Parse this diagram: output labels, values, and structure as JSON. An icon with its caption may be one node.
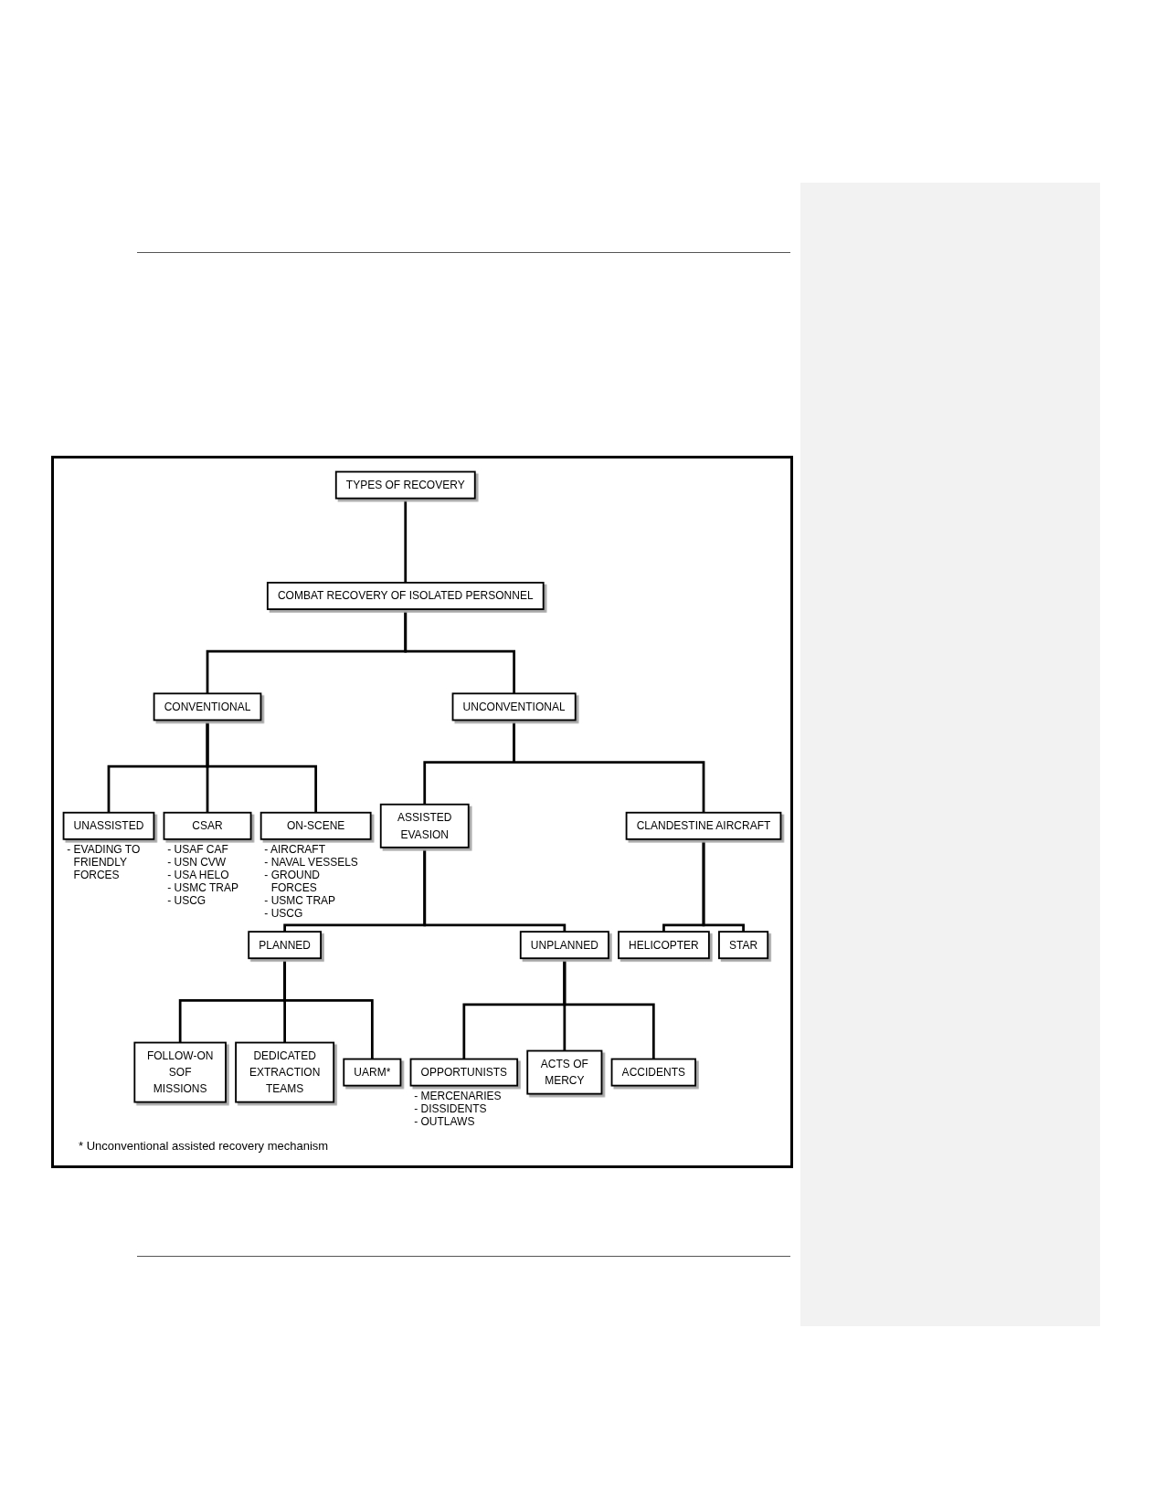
{
  "diagram": {
    "nodes": [
      {
        "text": [
          "TYPES OF RECOVERY"
        ]
      },
      {
        "text": [
          "COMBAT RECOVERY OF ISOLATED PERSONNEL"
        ]
      },
      {
        "text": [
          "CONVENTIONAL"
        ]
      },
      {
        "text": [
          "UNCONVENTIONAL"
        ]
      },
      {
        "text": [
          "UNASSISTED"
        ],
        "beside": [
          "- EVADING TO FRIENDLY FORCES"
        ]
      },
      {
        "text": [
          "CSAR"
        ],
        "beside": [
          "- USAF CAF",
          "- USN CVW",
          "- USA HELO",
          "- USMC TRAP",
          "- USCG"
        ]
      },
      {
        "text": [
          "ON-SCENE"
        ],
        "beside": [
          "- AIRCRAFT",
          "- NAVAL VESSELS",
          "- GROUND FORCES",
          "- USMC TRAP",
          "- USCG"
        ]
      },
      {
        "text": [
          "ASSISTED EVASION"
        ]
      },
      {
        "text": [
          "CLANDESTINE AIRCRAFT"
        ]
      },
      {
        "text": [
          "HELICOPTER"
        ]
      },
      {
        "text": [
          "STAR"
        ]
      },
      {
        "text": [
          "PLANNED"
        ]
      },
      {
        "text": [
          "UNPLANNED"
        ]
      },
      {
        "text": [
          "FOLLOW-ON SOF MISSIONS"
        ]
      },
      {
        "text": [
          "DEDICATED EXTRACTION TEAMS"
        ]
      },
      {
        "text": [
          "UARM*"
        ]
      },
      {
        "text": [
          "OPPORTUNISTS"
        ],
        "beside": [
          "- MERCENARIES",
          "- DISSIDENTS",
          "- OUTLAWS"
        ]
      },
      {
        "text": [
          "ACTS OF MERCY"
        ]
      },
      {
        "text": [
          "ACCIDENTS"
        ]
      }
    ],
    "edges": [
      {
        "from": 0,
        "to": 1,
        "arrow": "none"
      },
      {
        "from": 1,
        "to": 2,
        "arrow": "none"
      },
      {
        "from": 1,
        "to": 3,
        "arrow": "none"
      },
      {
        "from": 2,
        "to": 4,
        "arrow": "none"
      },
      {
        "from": 2,
        "to": 5,
        "arrow": "none"
      },
      {
        "from": 2,
        "to": 6,
        "arrow": "none"
      },
      {
        "from": 3,
        "to": 7,
        "arrow": "none"
      },
      {
        "from": 3,
        "to": 8,
        "arrow": "none"
      },
      {
        "from": 8,
        "to": 9,
        "arrow": "none"
      },
      {
        "from": 8,
        "to": 10,
        "arrow": "none"
      },
      {
        "from": 7,
        "to": 11,
        "arrow": "none"
      },
      {
        "from": 7,
        "to": 12,
        "arrow": "none"
      },
      {
        "from": 11,
        "to": 13,
        "arrow": "none"
      },
      {
        "from": 11,
        "to": 14,
        "arrow": "none"
      },
      {
        "from": 11,
        "to": 15,
        "arrow": "none"
      },
      {
        "from": 12,
        "to": 16,
        "arrow": "none"
      },
      {
        "from": 12,
        "to": 17,
        "arrow": "none"
      },
      {
        "from": 12,
        "to": 18,
        "arrow": "none"
      }
    ],
    "labels": [
      "* Unconventional assisted recovery mechanism"
    ]
  }
}
